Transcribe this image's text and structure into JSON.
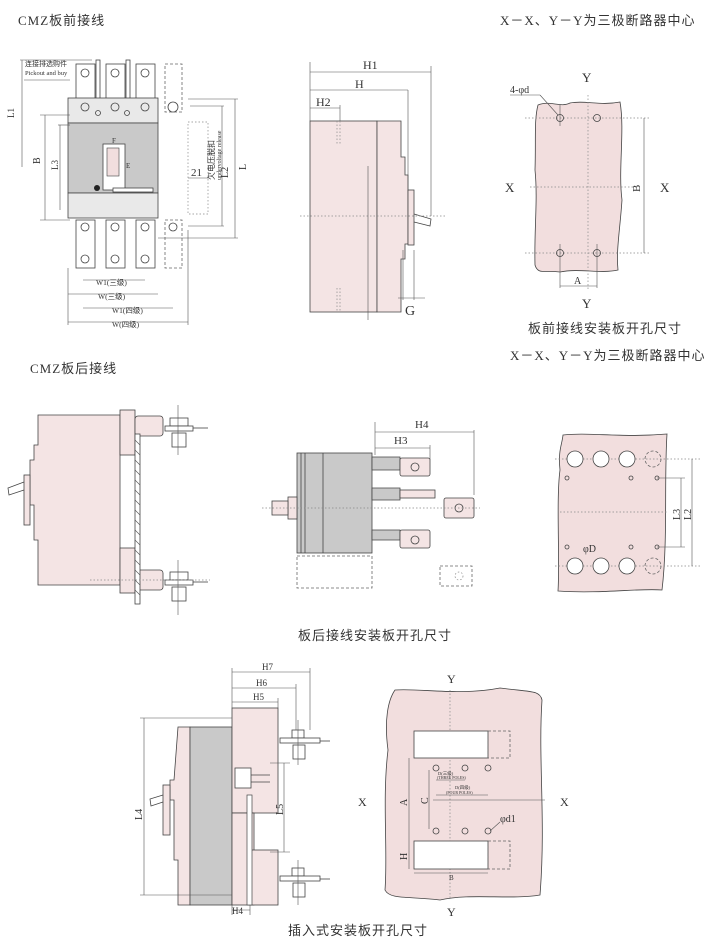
{
  "titles": {
    "front_wiring": "CMZ板前接线",
    "center_note_1": "X－X、Y－Y为三极断路器中心",
    "front_panel_cutout": "板前接线安装板开孔尺寸",
    "center_note_2": "X－X、Y－Y为三极断路器中心",
    "rear_wiring": "CMZ板后接线",
    "rear_panel_cutout": "板后接线安装板开孔尺寸",
    "plugin_panel_cutout": "插入式安装板开孔尺寸"
  },
  "front_view": {
    "callout_cn": "连接排选购件",
    "callout_en": "Pickout and buy",
    "undervoltage_cn": "欠电压脱扣",
    "undervoltage_en": "undervoltage release",
    "dim_21": "21",
    "L1": "L1",
    "B": "B",
    "L3": "L3",
    "L2": "L2",
    "L": "L",
    "F": "F",
    "E": "E",
    "W1_three": "W1(三级)",
    "W_three": "W(三级)",
    "W1_four": "W1(四级)",
    "W_four": "W(四级)"
  },
  "side_view": {
    "H1": "H1",
    "H": "H",
    "H2": "H2",
    "G": "G"
  },
  "front_cutout": {
    "holes": "4-φd",
    "X": "X",
    "Y": "Y",
    "A": "A",
    "B": "B"
  },
  "rear_top": {
    "H3": "H3",
    "H4": "H4"
  },
  "rear_cutout": {
    "L3": "L3",
    "L2": "L2",
    "D": "φD"
  },
  "plugin_side": {
    "H7": "H7",
    "H6": "H6",
    "H5": "H5",
    "H4": "H4",
    "L4": "L4",
    "L5": "L5"
  },
  "plugin_cutout": {
    "X": "X",
    "Y": "Y",
    "A": "A",
    "C": "C",
    "H": "H",
    "B": "B",
    "d1": "φd1",
    "D_three_cn": "D(三级)",
    "D_three_en": "(THREE POLES)",
    "D_four_cn": "D(四级)",
    "D_four_en": "(FOUR POLES)"
  }
}
